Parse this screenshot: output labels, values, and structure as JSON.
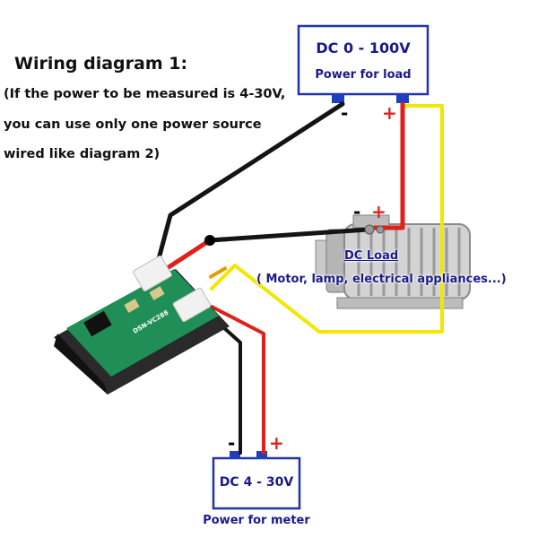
{
  "title": "Wiring diagram 1:",
  "note": {
    "line1": "(If the power to be measured is 4-30V,",
    "line2": "you can use only one power source",
    "line3": "wired like diagram 2)"
  },
  "load_supply": {
    "voltage": "DC 0 - 100V",
    "caption": "Power for load"
  },
  "dc_load": {
    "title": "DC Load",
    "examples": "( Motor, lamp, electrical appliances...)"
  },
  "meter_supply": {
    "voltage": "DC 4 - 30V",
    "caption": "Power for meter"
  },
  "signs": {
    "minus": "-",
    "plus": "+"
  },
  "module": {
    "model": "DSN-VC288"
  },
  "colors": {
    "box_border": "#2233aa",
    "box_text": "#1a1a8c",
    "wire_black": "#141414",
    "wire_red": "#e0201a",
    "wire_yellow": "#f3e600",
    "terminal": "#1f3fbf"
  }
}
